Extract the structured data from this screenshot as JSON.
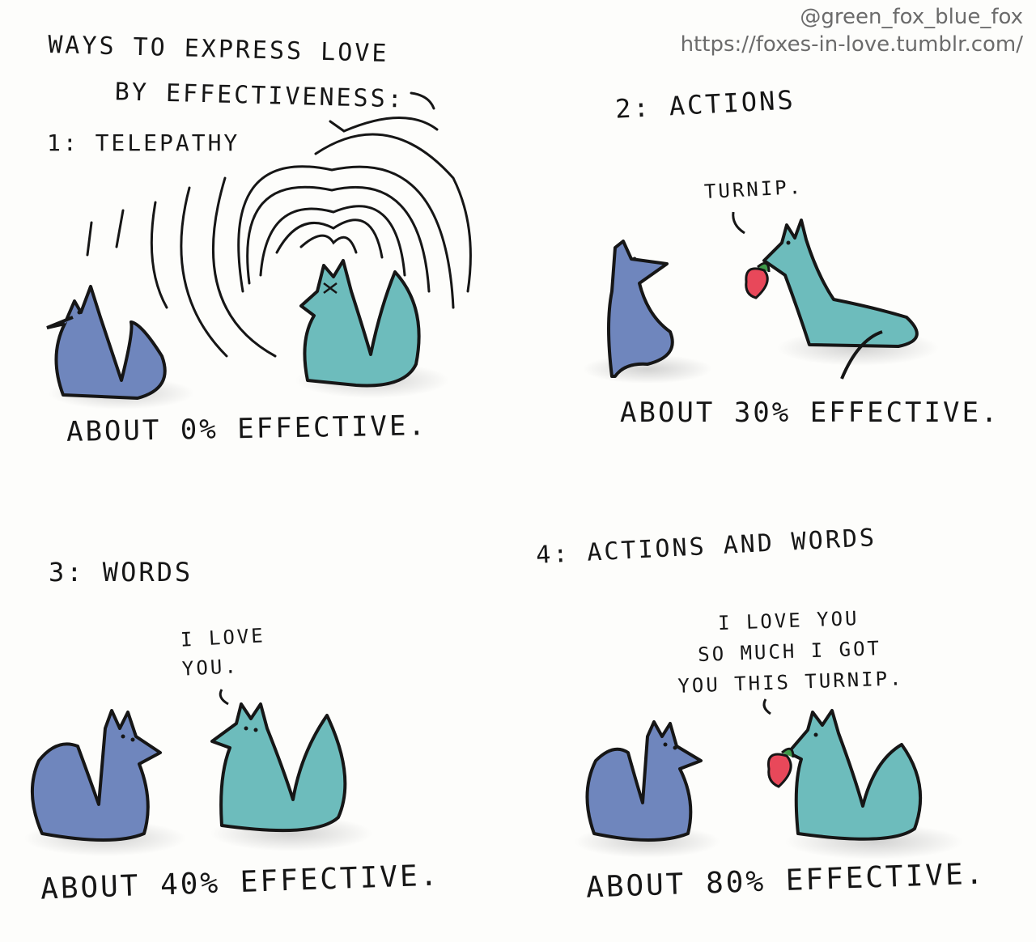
{
  "credit": {
    "handle": "@green_fox_blue_fox",
    "url": "https://foxes-in-love.tumblr.com/"
  },
  "title": {
    "line1": "WAYS TO EXPRESS LOVE",
    "line2": "BY EFFECTIVENESS:"
  },
  "panels": [
    {
      "heading": "1: TELEPATHY",
      "speech": [],
      "caption": "ABOUT 0% EFFECTIVE."
    },
    {
      "heading": "2: ACTIONS",
      "speech": [
        "TURNIP."
      ],
      "caption": "ABOUT 30% EFFECTIVE."
    },
    {
      "heading": "3: WORDS",
      "speech": [
        "I LOVE",
        "YOU."
      ],
      "caption": "ABOUT 40% EFFECTIVE."
    },
    {
      "heading": "4: ACTIONS AND WORDS",
      "speech": [
        "I LOVE YOU",
        "SO MUCH I GOT",
        "YOU THIS TURNIP."
      ],
      "caption": "ABOUT 80% EFFECTIVE."
    }
  ],
  "colors": {
    "blue_fox": "#6f86bd",
    "green_fox": "#6dbcbc",
    "turnip": "#e8485a",
    "leaf": "#3f9a4a",
    "ink": "#161616"
  }
}
